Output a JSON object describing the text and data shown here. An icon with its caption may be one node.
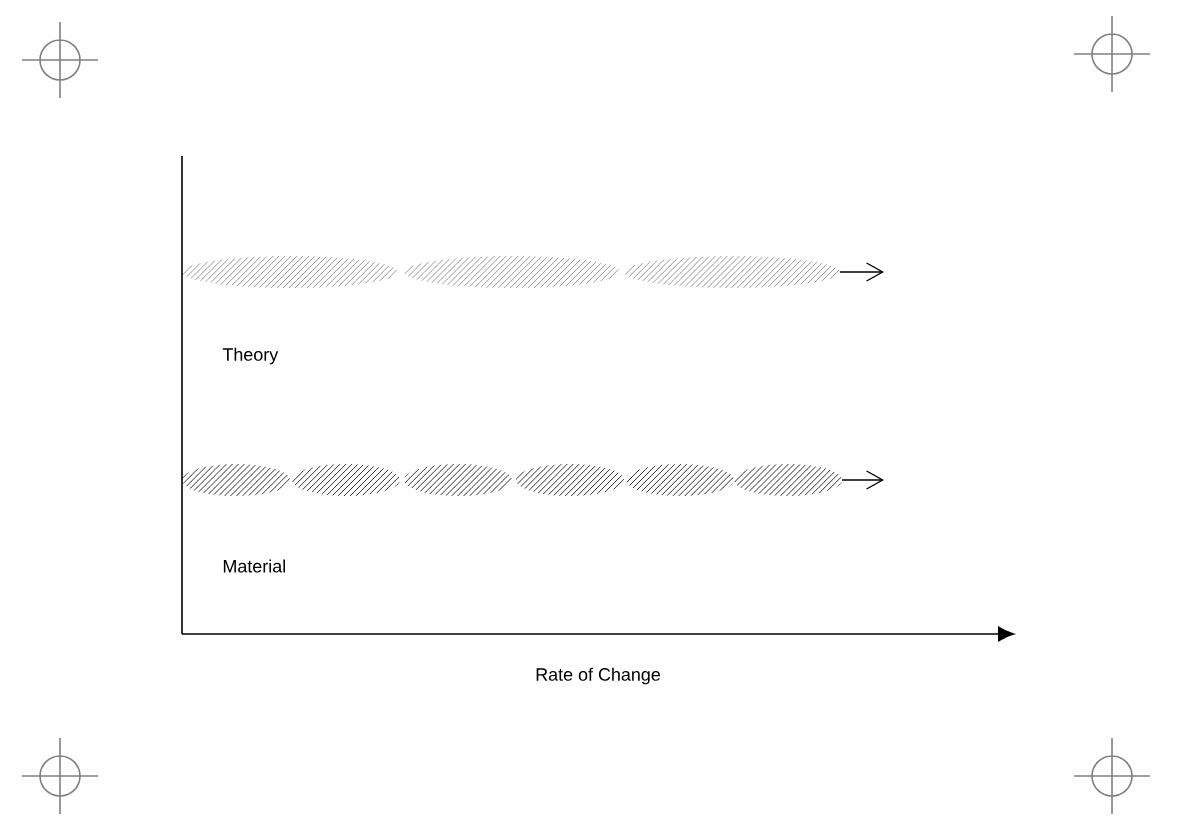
{
  "diagram": {
    "labels": [
      "Theory",
      "Material",
      "Rate of Change"
    ]
  }
}
